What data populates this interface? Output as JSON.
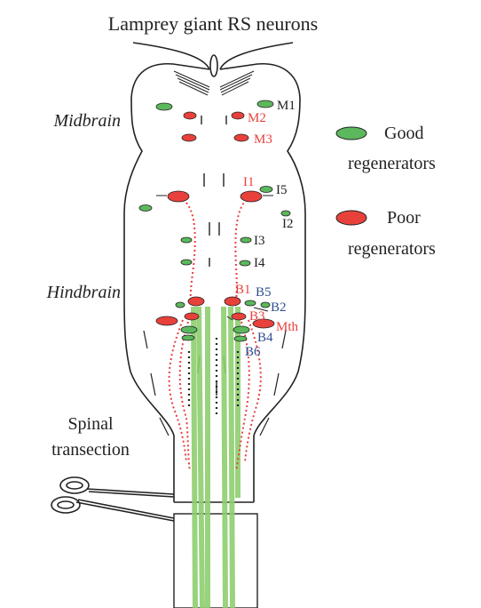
{
  "title": "Lamprey giant RS neurons",
  "regions": {
    "midbrain": "Midbrain",
    "hindbrain": "Hindbrain"
  },
  "legend": {
    "good_line1": "Good",
    "good_line2": "regenerators",
    "poor_line1": "Poor",
    "poor_line2": "regenerators",
    "good_color": "#5cb85c",
    "poor_color": "#e8413b"
  },
  "transection": {
    "line1": "Spinal",
    "line2": "transection"
  },
  "neurons": {
    "M1": "M1",
    "M2": "M2",
    "M3": "M3",
    "I1": "I1",
    "I2": "I2",
    "I3": "I3",
    "I4": "I4",
    "I5": "I5",
    "B1": "B1",
    "B2": "B2",
    "B3": "B3",
    "B4": "B4",
    "B5": "B5",
    "B6": "B6",
    "Mth": "Mth"
  },
  "icons": {
    "scissors": "scissors-icon"
  }
}
